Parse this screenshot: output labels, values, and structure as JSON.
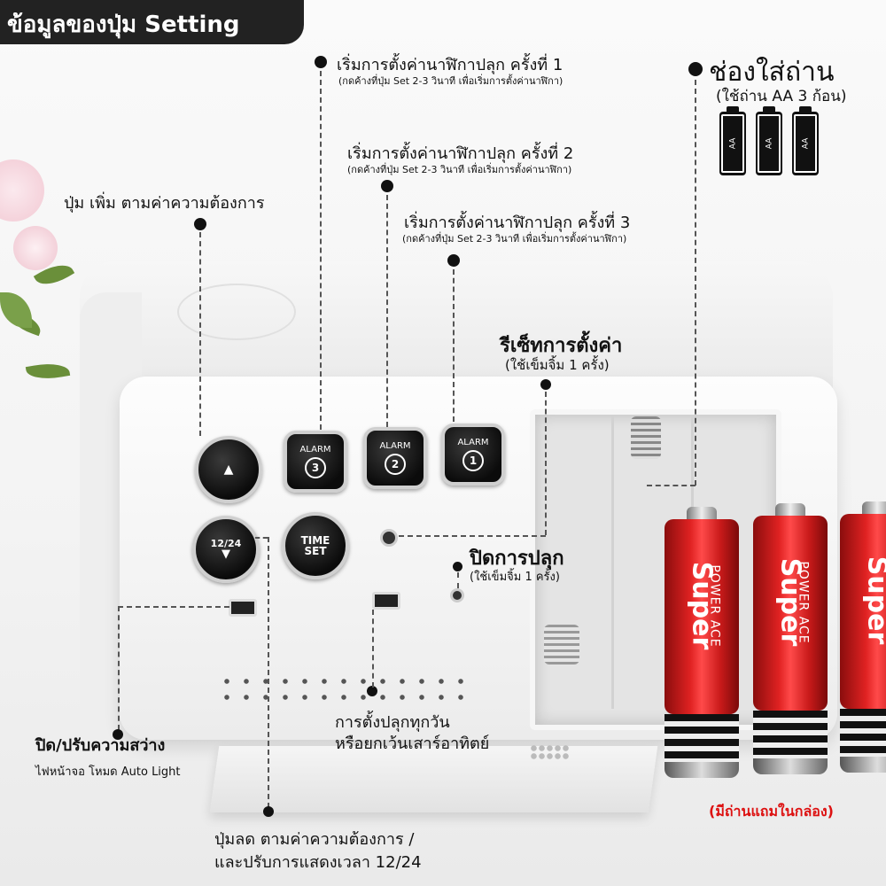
{
  "title": "ข้อมูลของปุ่ม Setting",
  "labels": {
    "alarm1_main": "เริ่มการตั้งค่านาฬิกาปลุก ครั้งที่ 1",
    "alarm1_sub": "(กดค้างที่ปุ่ม Set 2-3 วินาที เพื่อเริ่มการตั้งค่านาฬิกา)",
    "alarm2_main": "เริ่มการตั้งค่านาฬิกาปลุก ครั้งที่ 2",
    "alarm2_sub": "(กดค้างที่ปุ่ม Set 2-3 วินาที เพื่อเริ่มการตั้งค่านาฬิกา)",
    "alarm3_main": "เริ่มการตั้งค่านาฬิกาปลุก ครั้งที่ 3",
    "alarm3_sub": "(กดค้างที่ปุ่ม Set 2-3 วินาที เพื่อเริ่มการตั้งค่านาฬิกา)",
    "up_main": "ปุ่ม เพิ่ม ตามค่าความต้องการ",
    "battery_main": "ช่องใส่ถ่าน",
    "battery_sub": "(ใช้ถ่าน AA 3 ก้อน)",
    "reset_main": "รีเซ็ทการตั้งค่า",
    "reset_sub": "(ใช้เข็มจิ้ม 1 ครั้ง)",
    "alarm_off_main": "ปิดการปลุก",
    "alarm_off_sub": "(ใช้เข็มจิ้ม 1 ครั้ง)",
    "weekday_line1": "การตั้งปลุกทุกวัน",
    "weekday_line2": "หรือยกเว้นเสาร์อาทิตย์",
    "brightness_main": "ปิด/ปรับความสว่าง",
    "brightness_sub": "ไฟหน้าจอ โหมด Auto Light",
    "down_line1": "ปุ่มลด ตามค่าความต้องการ /",
    "down_line2": "และปรับการแสดงเวลา 12/24",
    "included_note": "(มีถ่านแถมในกล่อง)"
  },
  "buttons": {
    "up": "▲",
    "down_top": "12/24",
    "down_bottom": "▼",
    "time_set_1": "TIME",
    "time_set_2": "SET",
    "alarm": "ALARM",
    "alarm1_num": "1",
    "alarm2_num": "2",
    "alarm3_num": "3"
  },
  "battery_icon_label": "AA",
  "battery_brand": "Super",
  "battery_series": "POWER ACE",
  "colors": {
    "title_bg": "#222222",
    "accent_red": "#d11111",
    "battery_red": "#e02222"
  }
}
